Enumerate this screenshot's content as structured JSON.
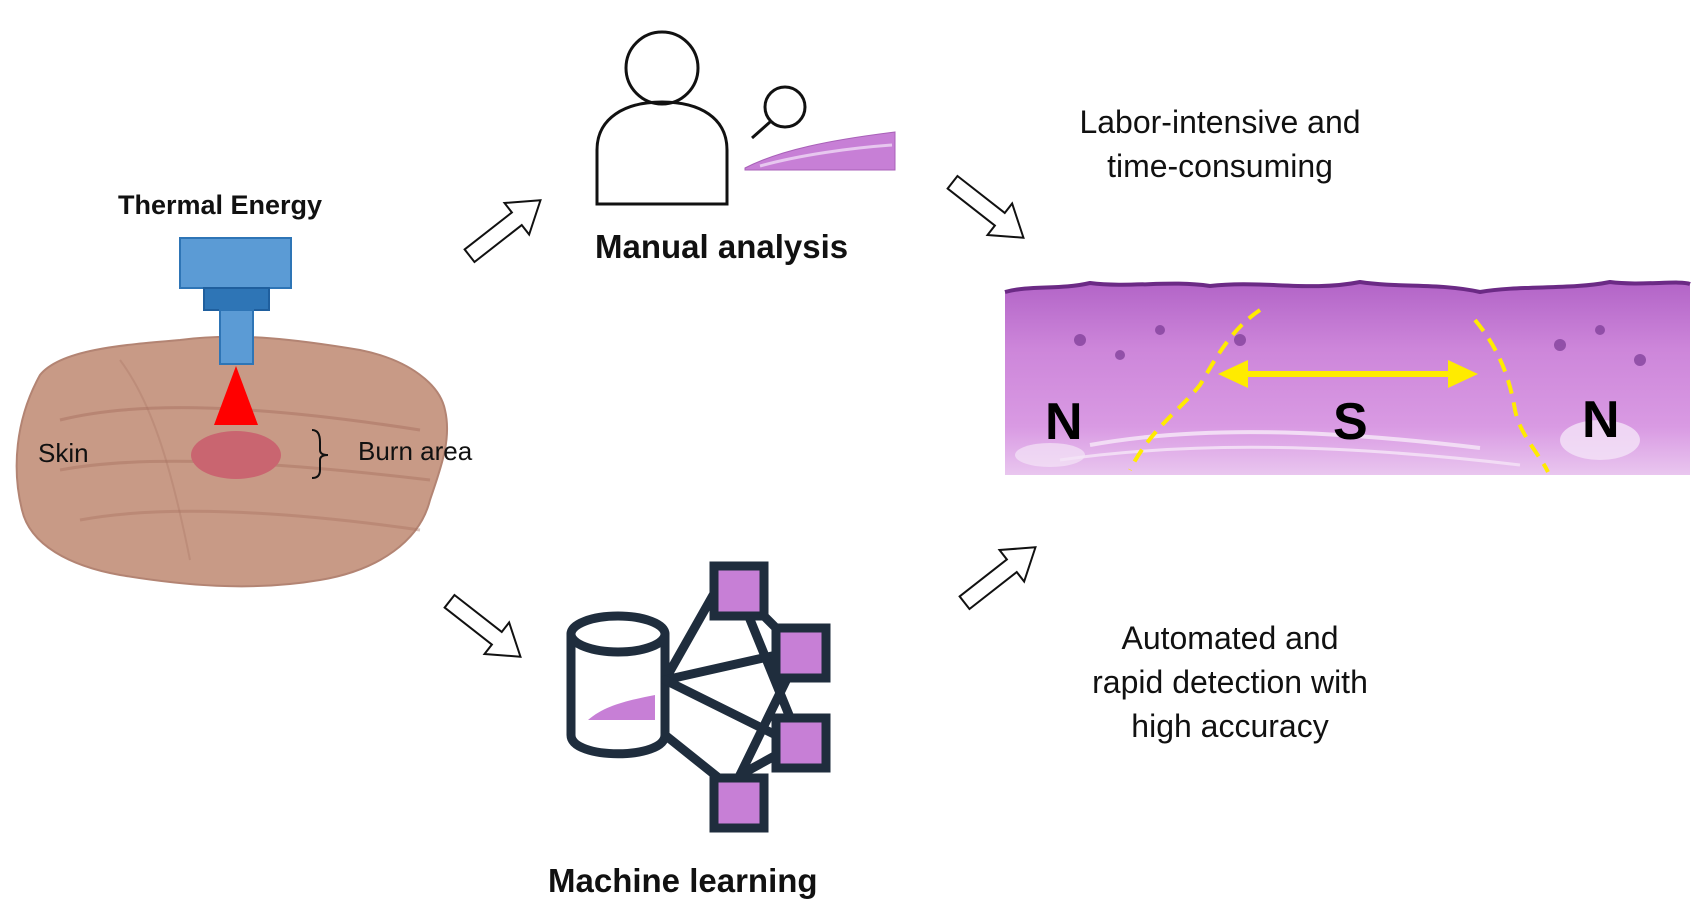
{
  "left": {
    "title": "Thermal Energy",
    "skin_label": "Skin",
    "burn_label": "Burn area"
  },
  "top": {
    "title": "Manual analysis",
    "note_line1": "Labor-intensive and",
    "note_line2": "time-consuming"
  },
  "bottom": {
    "title": "Machine learning",
    "note_line1": "Automated and",
    "note_line2": "rapid detection with",
    "note_line3": "high accuracy"
  },
  "histology": {
    "label_left": "N",
    "label_center": "S",
    "label_right": "N"
  },
  "colors": {
    "device_blue": "#5b9bd5",
    "device_dark_blue": "#2e75b6",
    "beam_red": "#ff0000",
    "burn_spot": "#c96570",
    "skin": "#c89a86",
    "tissue_purple": "#c77fd6",
    "boundary_yellow": "#ffeb00",
    "icon_navy": "#1f2d3d"
  }
}
